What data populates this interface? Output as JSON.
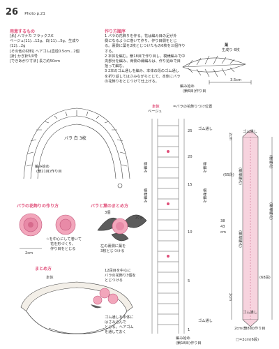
{
  "page": {
    "number": "26",
    "photo_ref": "Photo p.21"
  },
  "materials": {
    "title": "用意するもの",
    "lines": [
      "[糸] ハマナカ フラックスK",
      "ベージュ(11)…12g、白(11)…5g、生成り",
      "(12)…2g",
      "[その他の材料] ヘアゴム(直径0.5cm…2個",
      "[針] かぎ針5/0号",
      "[できあがり寸法] 長さ約50cm"
    ]
  },
  "steps": {
    "title": "作り方順序",
    "lines": [
      "1 バラの花飾りを作る。花は編み目の足が外",
      "側になるように巻いて作り、作り目側をとじ",
      "る。裏側に葉を2枚とじつけたもの6枚を三個作り",
      "する。",
      "2 本体を編む。鎖18目で作り目し、模様編みで中",
      "央部分を編み、両側の縁編みは、作り始めで目",
      "拾って編む。",
      "3 2本のゴム通しを編み、本体の段のゴム通し",
      "を折り返してはさみながらとじて、本体にバラ",
      "の花飾りをとじつけて仕上げる。"
    ]
  },
  "leaf": {
    "title": "葉",
    "subtitle": "生成り 6枚",
    "start_label": "編み始め",
    "start_sub": "(鎖6目)作り目",
    "width": "3.5cm"
  },
  "rose_arc": {
    "label": "バラ 白 3枚",
    "start_label": "編み始め",
    "start_sub": "(鎖21目)作り目"
  },
  "rose_making": {
    "title": "バラの花飾りの作り方",
    "note1": "☆を中心にして巻いて",
    "note2": "花を形づくり、",
    "note3": "作り目をとじる",
    "dim": "2cm"
  },
  "leaf_attach": {
    "title": "バラと葉のまとめ方",
    "leaf_count": "3個",
    "rose_label": "バラ",
    "note1": "左の裏側に葉を",
    "note2": "3枚とじつける"
  },
  "finishing": {
    "title": "まとめ方",
    "body_label": "本体",
    "note1": "12段目を中心に",
    "note2": "バラの花飾り3個を",
    "note3": "とじつける",
    "note4": "ゴム通しを本体に",
    "note5": "はさみ込んで",
    "note6": "とじる。ヘアゴム",
    "note7": "を通しておく"
  },
  "body_chart": {
    "title": "本体",
    "color": "ベージュ",
    "legend": "=バラの花飾りつけ位置",
    "edge_label": "縁編み",
    "pattern_label": "模様編み",
    "gomu": "ゴム通し",
    "rows": [
      "25",
      "20",
      "15",
      "10",
      "5",
      "1"
    ],
    "start_label": "編み始め",
    "start_sub": "(鎖18目)作り目"
  },
  "strip": {
    "gomu": "ゴム通し",
    "edge": "(縁編み)",
    "pattern": "(模様編み)",
    "total_a": "38",
    "total_b": "43",
    "unit": "cm",
    "rows_a": "(65段)",
    "rows_b": "(68段)",
    "top_dim": "2cm",
    "side_dim": "2cm",
    "bottom_dim": "2cm(鎖8目)作り目",
    "legend": "□=2cm(6段)"
  },
  "colors": {
    "accent": "#e0507a",
    "rose_fill": "#f2a6bb",
    "strip_fill": "#f7d3de"
  }
}
